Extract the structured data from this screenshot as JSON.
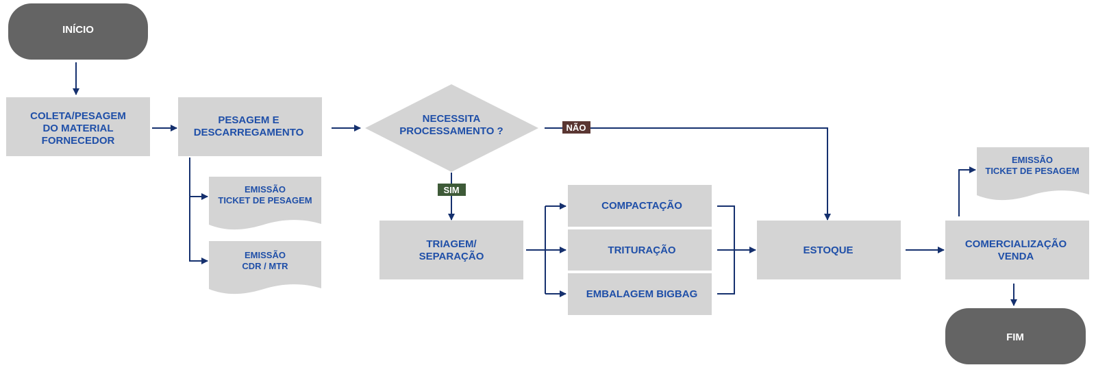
{
  "colors": {
    "box_fill": "#d4d4d4",
    "terminal_fill": "#646464",
    "text_blue": "#1f4fa8",
    "connector": "#15306e",
    "sim_tag": "#3e5a38",
    "nao_tag": "#5a3632"
  },
  "start": {
    "label": "INÍCIO"
  },
  "coleta": {
    "line1": "COLETA/PESAGEM",
    "line2": "DO MATERIAL",
    "line3": "FORNECEDOR"
  },
  "pesagem": {
    "line1": "PESAGEM E",
    "line2": "DESCARREGAMENTO"
  },
  "doc_ticket_1": {
    "line1": "EMISSÃO",
    "line2": "TICKET DE PESAGEM"
  },
  "doc_cdr": {
    "line1": "EMISSÃO",
    "line2": "CDR / MTR"
  },
  "decision": {
    "line1": "NECESSITA",
    "line2": "PROCESSAMENTO ?"
  },
  "tag_sim": "SIM",
  "tag_nao": "NÃO",
  "triagem": {
    "line1": "TRIAGEM/",
    "line2": "SEPARAÇÃO"
  },
  "compactacao": "COMPACTAÇÃO",
  "trituracao": "TRITURAÇÃO",
  "embalagem": "EMBALAGEM BIGBAG",
  "estoque": "ESTOQUE",
  "comercializacao": {
    "line1": "COMERCIALIZAÇÃO",
    "line2": "VENDA"
  },
  "doc_ticket_2": {
    "line1": "EMISSÃO",
    "line2": "TICKET DE PESAGEM"
  },
  "end": {
    "label": "FIM"
  }
}
